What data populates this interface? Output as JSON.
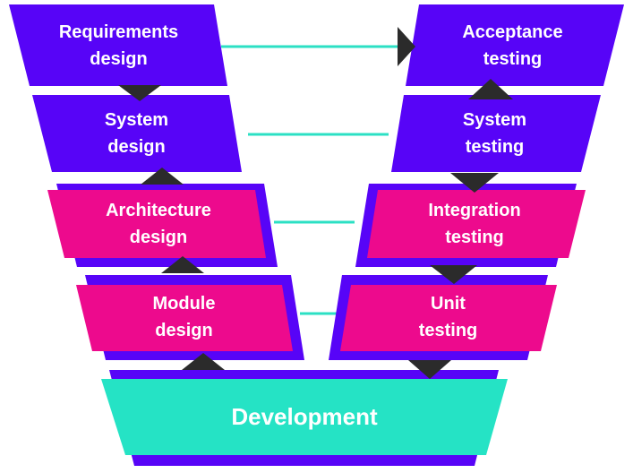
{
  "diagram": {
    "type": "v-model",
    "left_column": {
      "blocks": [
        {
          "label": "Requirements\ndesign",
          "color": "purple"
        },
        {
          "label": "System\ndesign",
          "color": "purple"
        },
        {
          "label": "Architecture\ndesign",
          "color": "magenta"
        },
        {
          "label": "Module\ndesign",
          "color": "magenta"
        }
      ]
    },
    "right_column": {
      "blocks": [
        {
          "label": "Acceptance\ntesting",
          "color": "purple"
        },
        {
          "label": "System\ntesting",
          "color": "purple"
        },
        {
          "label": "Integration\ntesting",
          "color": "magenta"
        },
        {
          "label": "Unit\ntesting",
          "color": "magenta"
        }
      ]
    },
    "bottom_block": {
      "label": "Development",
      "color": "teal"
    }
  },
  "colors": {
    "purple": "#5704F7",
    "magenta": "#ED0A8D",
    "teal": "#25E3C5",
    "connector": "#2CE0C4",
    "arrow": "#2B2B2B",
    "text": "#FFFFFF",
    "background": "#FFFFFF"
  }
}
